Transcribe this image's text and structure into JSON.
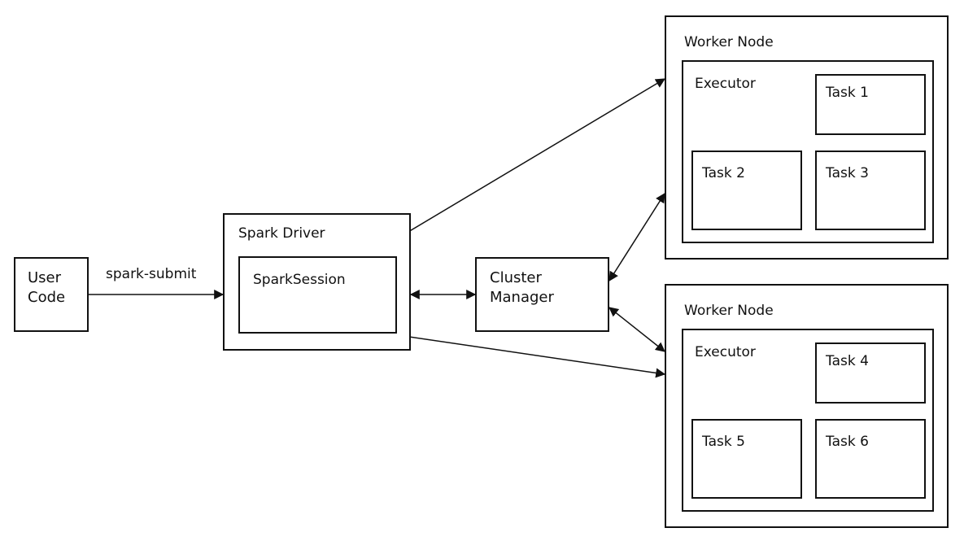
{
  "user_code": {
    "label": "User\nCode"
  },
  "submit_label": "spark-submit",
  "spark_driver": {
    "label": "Spark Driver",
    "session_label": "SparkSession"
  },
  "cluster_manager": {
    "label": "Cluster\nManager"
  },
  "worker_nodes": [
    {
      "label": "Worker Node",
      "executor_label": "Executor",
      "tasks": [
        "Task 1",
        "Task 2",
        "Task 3"
      ]
    },
    {
      "label": "Worker Node",
      "executor_label": "Executor",
      "tasks": [
        "Task 4",
        "Task 5",
        "Task 6"
      ]
    }
  ],
  "colors": {
    "line": "#111111",
    "background": "#ffffff"
  }
}
